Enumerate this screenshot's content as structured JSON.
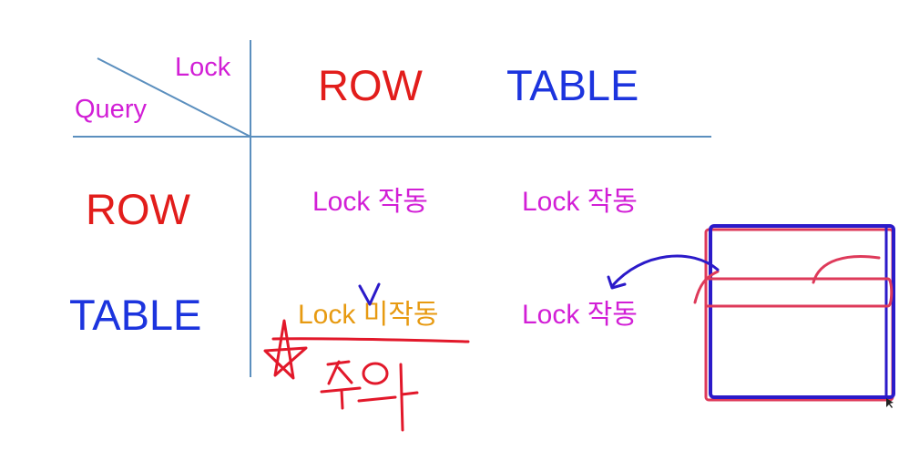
{
  "header": {
    "corner_lock": "Lock",
    "corner_query": "Query"
  },
  "columns": [
    "ROW",
    "TABLE"
  ],
  "rows": [
    {
      "label": "ROW",
      "cells": [
        "Lock 작동",
        "Lock 작동"
      ]
    },
    {
      "label": "TABLE",
      "cells": [
        "Lock 미작동",
        "Lock 작동"
      ]
    }
  ],
  "colors": {
    "magenta": "#d21fd6",
    "red": "#e21d1b",
    "blue": "#1c34de",
    "orange": "#e79a11",
    "grid_line": "#5b8fbe",
    "ink_red": "#e2182a",
    "ink_blue": "#2b1ac9",
    "ink_pink": "#de3a5a"
  },
  "annotations": {
    "handwritten_note": "주의"
  }
}
